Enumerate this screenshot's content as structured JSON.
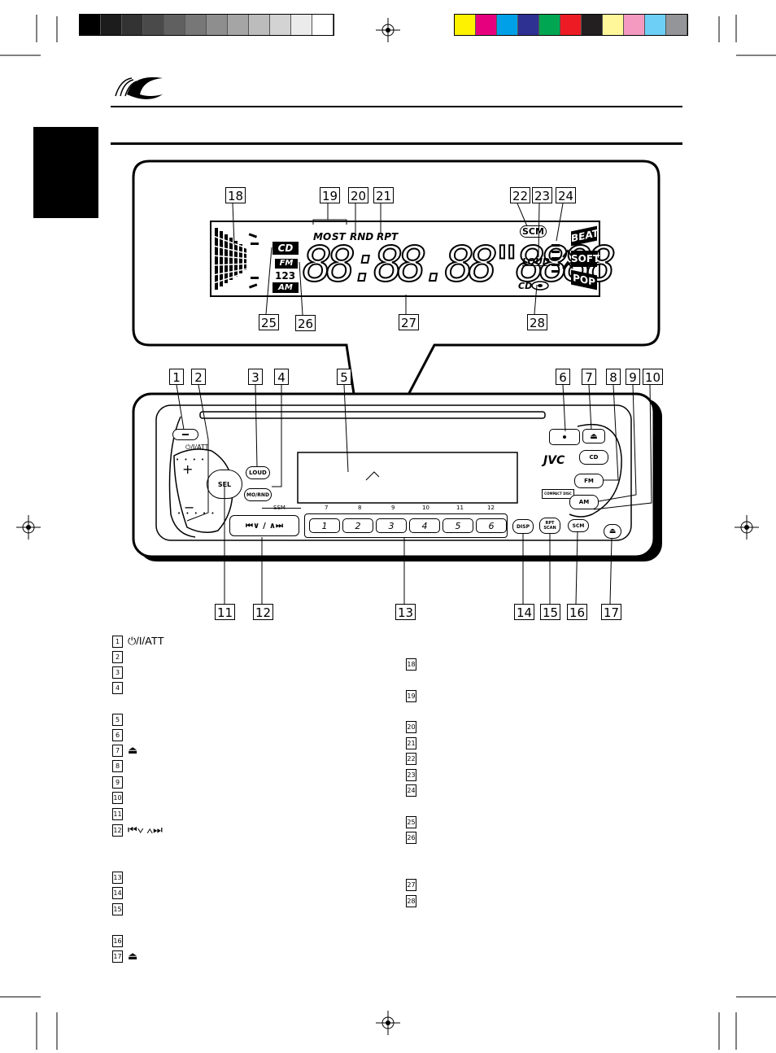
{
  "calibration": {
    "grays": [
      "#000000",
      "#1c1c1c",
      "#333333",
      "#4a4a4a",
      "#606060",
      "#777777",
      "#8e8e8e",
      "#a5a5a5",
      "#bcbcbc",
      "#d3d3d3",
      "#ebebeb",
      "#ffffff"
    ],
    "colors": [
      "#fff200",
      "#e6007e",
      "#00a0e9",
      "#2e3192",
      "#00a651",
      "#ed1c24",
      "#231f20",
      "#fff799",
      "#f49ac1",
      "#6dcff6",
      "#939598"
    ]
  },
  "display_callouts": {
    "top": [
      "18",
      "19",
      "20",
      "21",
      "22",
      "23",
      "24"
    ],
    "bottom": [
      "25",
      "26",
      "27",
      "28"
    ]
  },
  "lcd": {
    "mo": "MO",
    "st": "ST",
    "rnd": "RND",
    "rpt": "RPT",
    "cd": "CD",
    "fm": "FM",
    "band123": "123",
    "am": "AM",
    "digits": "88:88.88\"8888",
    "scm": "SCM",
    "loud": "LOUD",
    "cd_small": "CD",
    "beat": "BEAT",
    "soft": "SOFT",
    "pop": "POP"
  },
  "unit_callouts": {
    "top": [
      "1",
      "2",
      "3",
      "4",
      "5",
      "6",
      "7",
      "8",
      "9",
      "10"
    ],
    "bottom": [
      "11",
      "12",
      "13",
      "14",
      "15",
      "16",
      "17"
    ]
  },
  "unit": {
    "att_label": "⏻/I/ATT",
    "loud": "LOUD",
    "mo_rnd": "MO/RND",
    "sel": "SEL",
    "ssm": "SSM",
    "brand": "JVC",
    "cd_btn": "CD",
    "fm_btn": "FM",
    "am_btn": "AM",
    "disp": "DISP",
    "rpt_scan": "RPT SCAN",
    "scm": "SCM",
    "presets": [
      "1",
      "2",
      "3",
      "4",
      "5",
      "6"
    ],
    "preset_tops": [
      "7",
      "8",
      "9",
      "10",
      "11",
      "12"
    ],
    "compact_disc": "COMPACT DISC"
  },
  "legend_left": [
    {
      "n": "1",
      "t": "⏻/I/ATT"
    },
    {
      "n": "2",
      "t": ""
    },
    {
      "n": "3",
      "t": ""
    },
    {
      "n": "4",
      "t": ""
    },
    {
      "n": "5",
      "t": ""
    },
    {
      "n": "6",
      "t": ""
    },
    {
      "n": "7",
      "t": "⏏"
    },
    {
      "n": "8",
      "t": ""
    },
    {
      "n": "9",
      "t": ""
    },
    {
      "n": "10",
      "t": ""
    },
    {
      "n": "11",
      "t": ""
    },
    {
      "n": "12",
      "t": "⏮∨  ∧⏭"
    },
    {
      "n": "13",
      "t": ""
    },
    {
      "n": "14",
      "t": ""
    },
    {
      "n": "15",
      "t": ""
    },
    {
      "n": "16",
      "t": ""
    },
    {
      "n": "17",
      "t": "⏏"
    }
  ],
  "legend_right": [
    {
      "n": "18",
      "t": ""
    },
    {
      "n": "19",
      "t": ""
    },
    {
      "n": "20",
      "t": ""
    },
    {
      "n": "21",
      "t": ""
    },
    {
      "n": "22",
      "t": ""
    },
    {
      "n": "23",
      "t": ""
    },
    {
      "n": "24",
      "t": ""
    },
    {
      "n": "25",
      "t": ""
    },
    {
      "n": "26",
      "t": ""
    },
    {
      "n": "27",
      "t": ""
    },
    {
      "n": "28",
      "t": ""
    }
  ]
}
